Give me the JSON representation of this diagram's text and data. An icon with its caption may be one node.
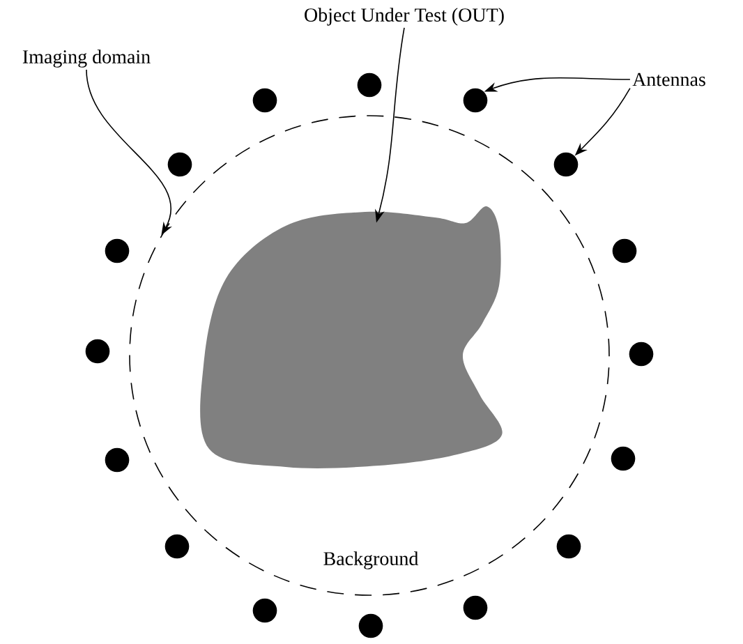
{
  "diagram": {
    "nodes": [
      {
        "text": [
          "Object Under Test (OUT)"
        ]
      },
      {
        "text": [
          "Imaging domain"
        ]
      },
      {
        "text": [
          "Antennas"
        ]
      },
      {
        "text": [],
        "shape": "circle"
      },
      {
        "text": [],
        "shape": "blob",
        "in": 3
      },
      {
        "text": [],
        "shape": "dot"
      },
      {
        "text": [],
        "shape": "dot"
      },
      {
        "text": [],
        "shape": "dot"
      },
      {
        "text": [],
        "shape": "dot"
      },
      {
        "text": [],
        "shape": "dot"
      },
      {
        "text": [],
        "shape": "dot"
      },
      {
        "text": [],
        "shape": "dot"
      },
      {
        "text": [],
        "shape": "dot"
      },
      {
        "text": [],
        "shape": "dot"
      },
      {
        "text": [],
        "shape": "dot"
      },
      {
        "text": [],
        "shape": "dot"
      },
      {
        "text": [],
        "shape": "dot"
      },
      {
        "text": [],
        "shape": "dot"
      },
      {
        "text": [],
        "shape": "dot"
      },
      {
        "text": [],
        "shape": "dot"
      },
      {
        "text": [],
        "shape": "dot"
      }
    ],
    "edges": [
      {
        "from": 0,
        "to": 4,
        "arrow": "to"
      },
      {
        "from": 1,
        "to": 3,
        "arrow": "to"
      },
      {
        "from": 2,
        "to": 6,
        "arrow": "to"
      },
      {
        "from": 2,
        "to": 7,
        "arrow": "to"
      }
    ],
    "labels": [
      "Background"
    ]
  }
}
